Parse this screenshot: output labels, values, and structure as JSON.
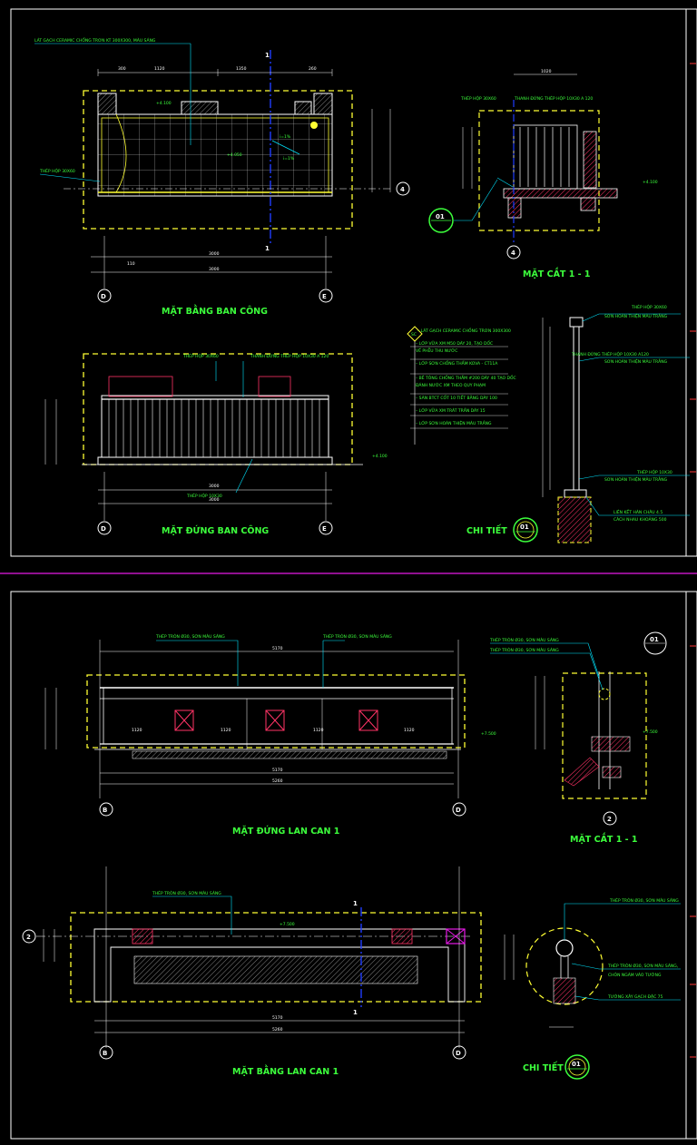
{
  "sheet1": {
    "plan_title": "MẶT BẰNG BAN CÔNG",
    "elev_title": "MẶT ĐỨNG BAN CÔNG",
    "section_title": "MẶT CẮT 1 - 1",
    "detail_title": "CHI TIẾT",
    "detail_no": "01",
    "note_tile": "LÁT GẠCH CERAMIC CHỐNG TRƠN KT 300X300, MÀU SÁNG",
    "note_steel_left": "THÉP HỘP 30X60",
    "note_steel_a": "THÉP HỘP 30X60",
    "note_bars_a": "THANH ĐỨNG THÉP HỘP 10X30 A 120",
    "note_steel_b": "THÉP HỘP 30X60",
    "note_bars_b": "THANH ĐỨNG THÉP HỘP 10X30 A 120",
    "note_steel_c": "THÉP HỘP 10X30",
    "note_det_top": "THÉP HỘP 30X60",
    "note_det_top2": "SƠN HOÀN THIỆN MÀU TRẮNG",
    "note_det_mid": "THANH ĐỨNG THÉP HỘP 10X30 A120",
    "note_det_mid2": "SƠN HOÀN THIỆN MÀU TRẮNG",
    "note_det_bot": "THÉP HỘP 10X30",
    "note_det_bot2": "SƠN HOÀN THIỆN MÀU TRẮNG",
    "note_det_anchor": "LIÊN KẾT HÀN CHÂU 4.5",
    "note_det_anchor2": "CÁCH NHAU KHOẢNG 500",
    "level_1": "+4.100",
    "level_2": "+4.050",
    "level_3": "+4.100",
    "level_4": "+4.100",
    "slope_1": "i=1%",
    "slope_2": "i=1%",
    "grid_d": "D",
    "grid_e": "E",
    "grid_4": "4",
    "cut_1": "1",
    "layers_badge": "SC",
    "layers": [
      "– LÁT GẠCH CERAMIC CHỐNG TRƠN 300X300",
      "– LỚP VỮA XM M50 DÀY 20, TẠO DỐC",
      "VỀ PHỄU THU NƯỚC",
      "– LỚP SƠN CHỐNG THẤM KOVA - CT11A",
      "– BÊ TÔNG CHỐNG THẤM #200 DÀY 40 TẠO DỐC",
      "ĐÁNH NƯỚC XM THEO QUY PHẠM",
      "– SÀN BTCT CỐT 10 TIẾT BẰNG DÀY 100",
      "– LỚP VỮA XM TRÁT TRẦN DÀY 15",
      "– LỚP SƠN HOÀN THIỆN MÀU TRẮNG"
    ]
  },
  "sheet2": {
    "elev_title": "MẶT ĐỨNG LAN CAN 1",
    "section_title": "MẶT CẮT 1 - 1",
    "plan_title": "MẶT BẰNG LAN CAN 1",
    "detail_title": "CHI TIẾT",
    "detail_no": "01",
    "note_e1": "THÉP TRÒN Ø30, SƠN MÀU SÁNG",
    "note_e2": "THÉP TRÒN Ø30, SƠN MÀU SÁNG",
    "note_s1": "THÉP TRÒN Ø30, SƠN MÀU SÁNG",
    "note_s2": "THÉP TRÒN Ø30, SƠN MÀU SÁNG",
    "note_p1": "THÉP TRÒN Ø30, SƠN MÀU SÁNG",
    "note_d1": "THÉP TRÒN Ø30, SƠN MÀU SÁNG",
    "note_d2": "THÉP TRÒN Ø30, SƠN MÀU SÁNG,",
    "note_d3": "CHÔN NGÀM VÀO TƯỜNG",
    "note_d4": "TƯỜNG XÂY GẠCH ĐẶC 75",
    "level_1": "+7.500",
    "level_2": "+7.500",
    "level_3": "+7.500",
    "grid_b": "B",
    "grid_d": "D",
    "grid_2": "2",
    "cut_1": "1",
    "dim_total": "5170",
    "dim_total2": "5260"
  },
  "colors": {
    "background": "#000000",
    "linework": "#ffffff",
    "annotation": "#3cff3c",
    "boundary": "#ffff33",
    "axis": "#1f3dff",
    "leader": "#00e5ff",
    "hatch": "#ff3366",
    "separator": "#e619e6"
  }
}
